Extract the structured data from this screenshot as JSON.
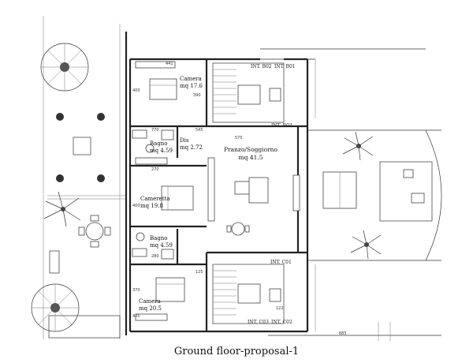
{
  "caption": "Ground floor-proposal-1",
  "rooms": {
    "camera_top": {
      "name": "Camera",
      "area": "mq 17.6"
    },
    "bagno_top": {
      "name": "Bagno",
      "area": "mq 4.59"
    },
    "dis": {
      "name": "Dis",
      "area": "mq 2.72"
    },
    "pranzo": {
      "name": "Pranzo/Soggiorno",
      "area": "mq 41.5"
    },
    "cameretta": {
      "name": "Cameretta",
      "area": "mq 19.8"
    },
    "bagno_bottom": {
      "name": "Bagno",
      "area": "mq 4.59"
    },
    "camera_bottom": {
      "name": "Camera",
      "area": "mq 20.5"
    }
  },
  "labels": {
    "int_b02": "INT. B02",
    "int_b01": "INT. B01",
    "int_b03": "INT. B03",
    "int_c01": "INT. C01",
    "int_c03": "INT. C03",
    "int_c02": "INT. C02"
  },
  "dimensions": {
    "d1": "441",
    "d2": "400",
    "d3": "770",
    "d4": "390",
    "d5": "575",
    "d6": "545",
    "d7": "270",
    "d8": "280",
    "d9": "400",
    "d10": "370",
    "d11": "125",
    "d12": "122",
    "d13": "685",
    "d14": "405"
  }
}
